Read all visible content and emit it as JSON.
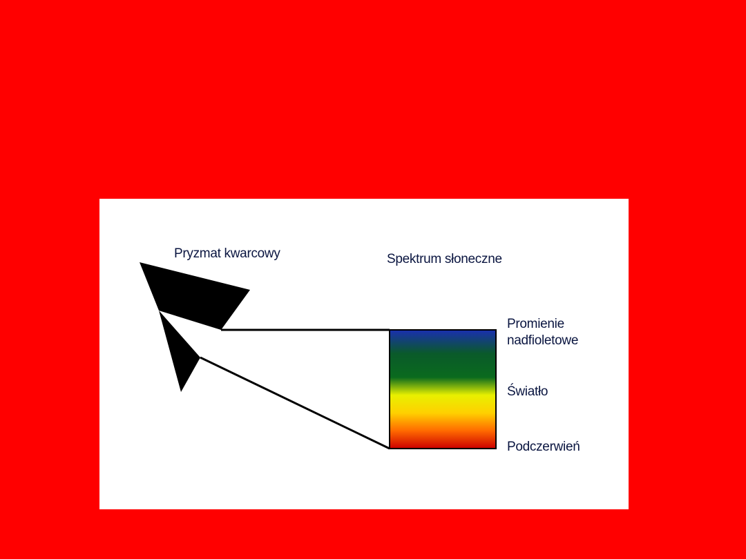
{
  "slide": {
    "background_color": "#ff0000",
    "panel_color": "#ffffff"
  },
  "diagram": {
    "prism_label": "Pryzmat kwarcowy",
    "spectrum_title": "Spektrum słoneczne",
    "bands": {
      "uv_line1": "Promienie",
      "uv_line2": "nadfioletowe",
      "visible": "Światło",
      "infrared": "Podczerwień"
    },
    "spectrum_colors": [
      "#1a2fb0",
      "#0a6a1e",
      "#f0f000",
      "#ff8a00",
      "#cc0000"
    ]
  }
}
